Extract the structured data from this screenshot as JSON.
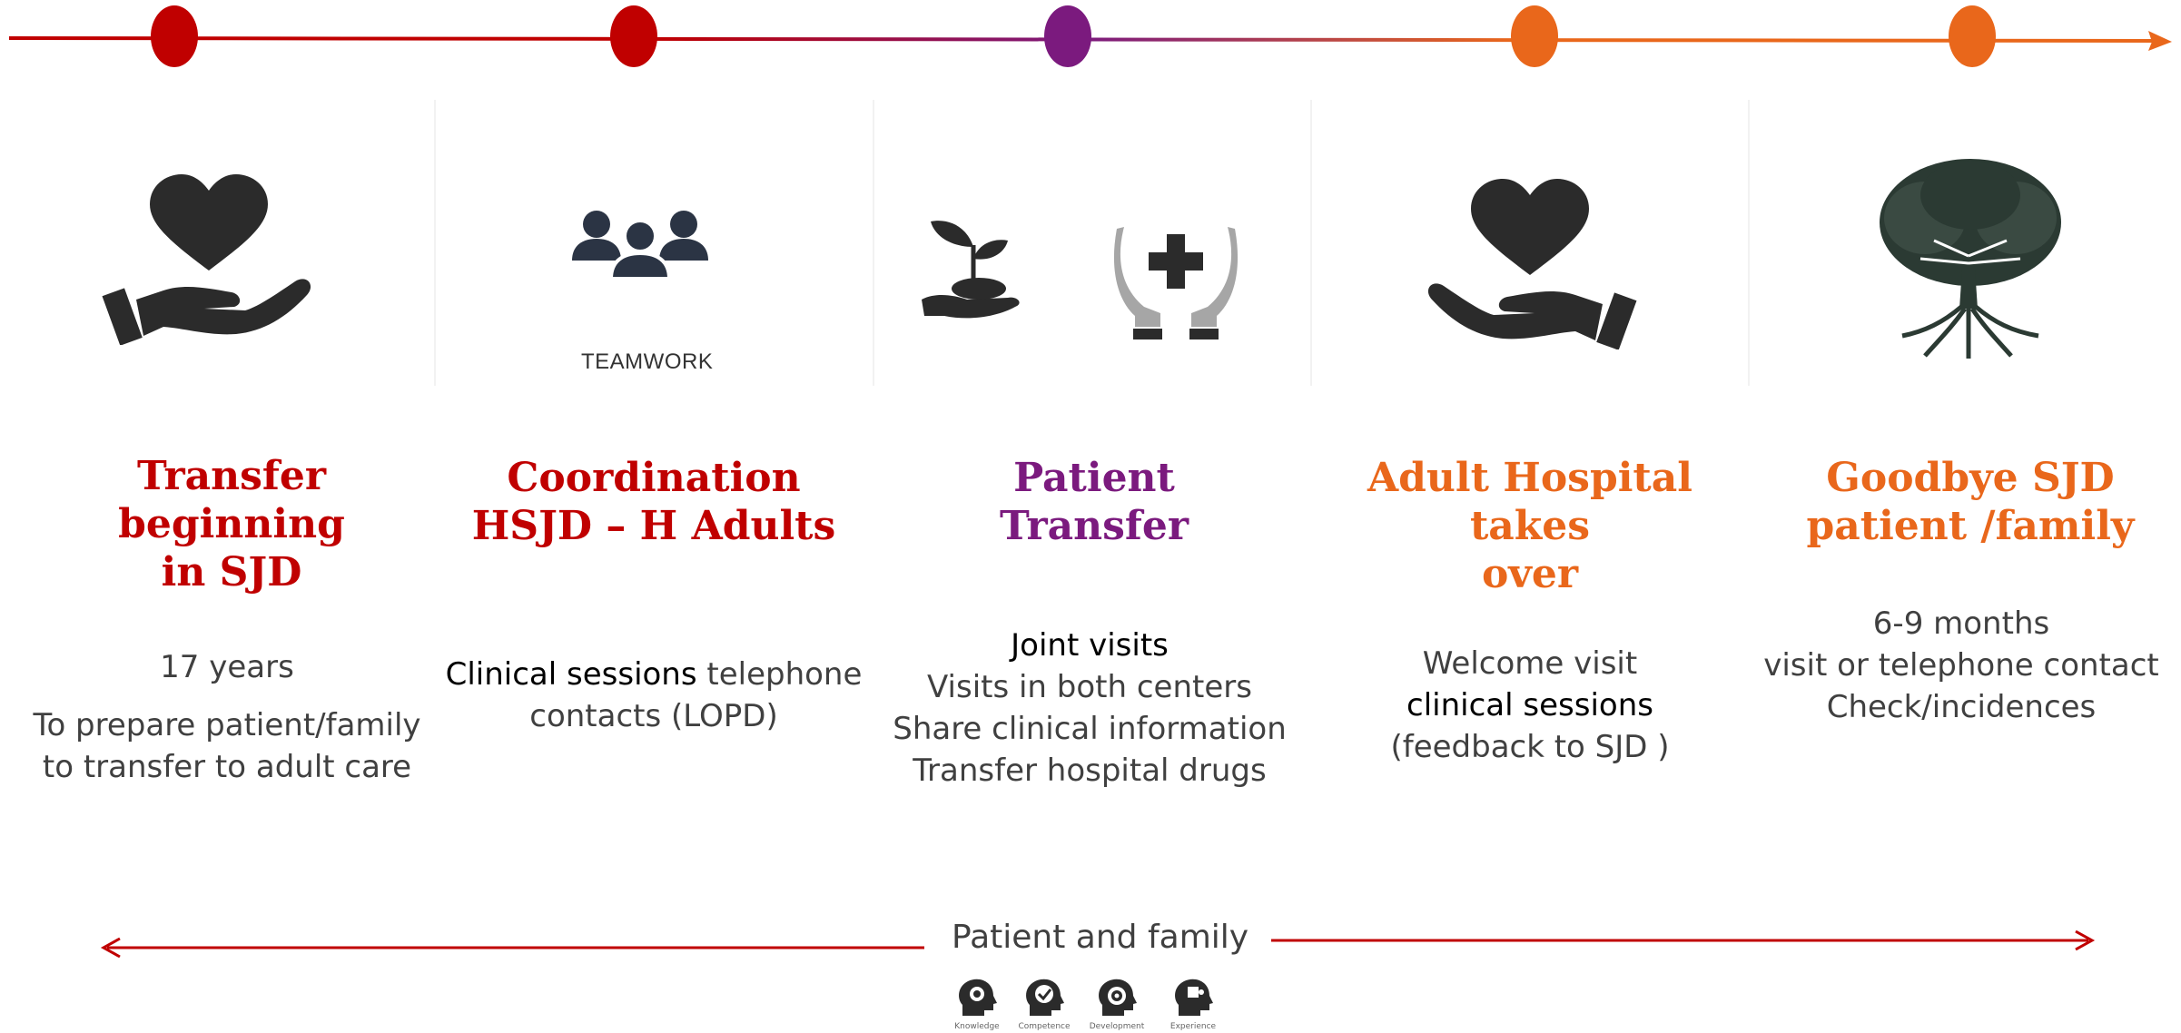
{
  "colors": {
    "red": "#c00000",
    "purple": "#7b1a7e",
    "orange": "#e9671b",
    "icon_dark": "#2b2b2b",
    "icon_grey": "#a6a6a6"
  },
  "timeline": {
    "milestones": [
      {
        "color": "#c00000"
      },
      {
        "color": "#c00000"
      },
      {
        "color": "#7b1a7e"
      },
      {
        "color": "#e9671b"
      },
      {
        "color": "#e9671b"
      }
    ]
  },
  "stages": [
    {
      "icon": "heart-in-hand-icon",
      "title": "Transfer beginning\nin SJD",
      "color": "#c00000",
      "desc_lines": [
        {
          "text": "17 years"
        },
        {
          "text": "To prepare patient/family"
        },
        {
          "text": "to transfer to adult care"
        }
      ]
    },
    {
      "icon": "teamwork-icon",
      "icon_label": "TEAMWORK",
      "title": "Coordination\nHSJD –  H Adults",
      "color": "#c00000",
      "desc_strong": "Clinical sessions",
      "desc_rest": " telephone",
      "desc_line2": "contacts (LOPD)"
    },
    {
      "icon": "sprout-in-hand-icon",
      "icon2": "hands-medical-cross-icon",
      "title": "Patient\nTransfer",
      "color": "#7b1a7e",
      "desc_strong": "Joint visits",
      "desc_lines": [
        {
          "text": "Visits in both centers"
        },
        {
          "text": "Share clinical information"
        },
        {
          "text": "Transfer hospital drugs"
        }
      ]
    },
    {
      "icon": "heart-in-hand-icon",
      "title": "Adult Hospital takes\nover",
      "color": "#e9671b",
      "desc_line1": "Welcome visit",
      "desc_strong": "clinical sessions",
      "desc_line3": "(feedback to SJD )"
    },
    {
      "icon": "tree-of-life-icon",
      "title": "Goodbye  SJD\npatient /family",
      "color": "#e9671b",
      "desc_lines": [
        {
          "text": "6-9 months"
        },
        {
          "text": "visit or telephone contact"
        },
        {
          "text": "Check/incidences"
        }
      ]
    }
  ],
  "bottom": {
    "label": "Patient and family",
    "icons": [
      {
        "name": "head-gear-icon",
        "caption": "Knowledge"
      },
      {
        "name": "head-check-icon",
        "caption": "Competence"
      },
      {
        "name": "head-target-icon",
        "caption": "Development"
      },
      {
        "name": "head-puzzle-icon",
        "caption": "Experience"
      }
    ]
  }
}
